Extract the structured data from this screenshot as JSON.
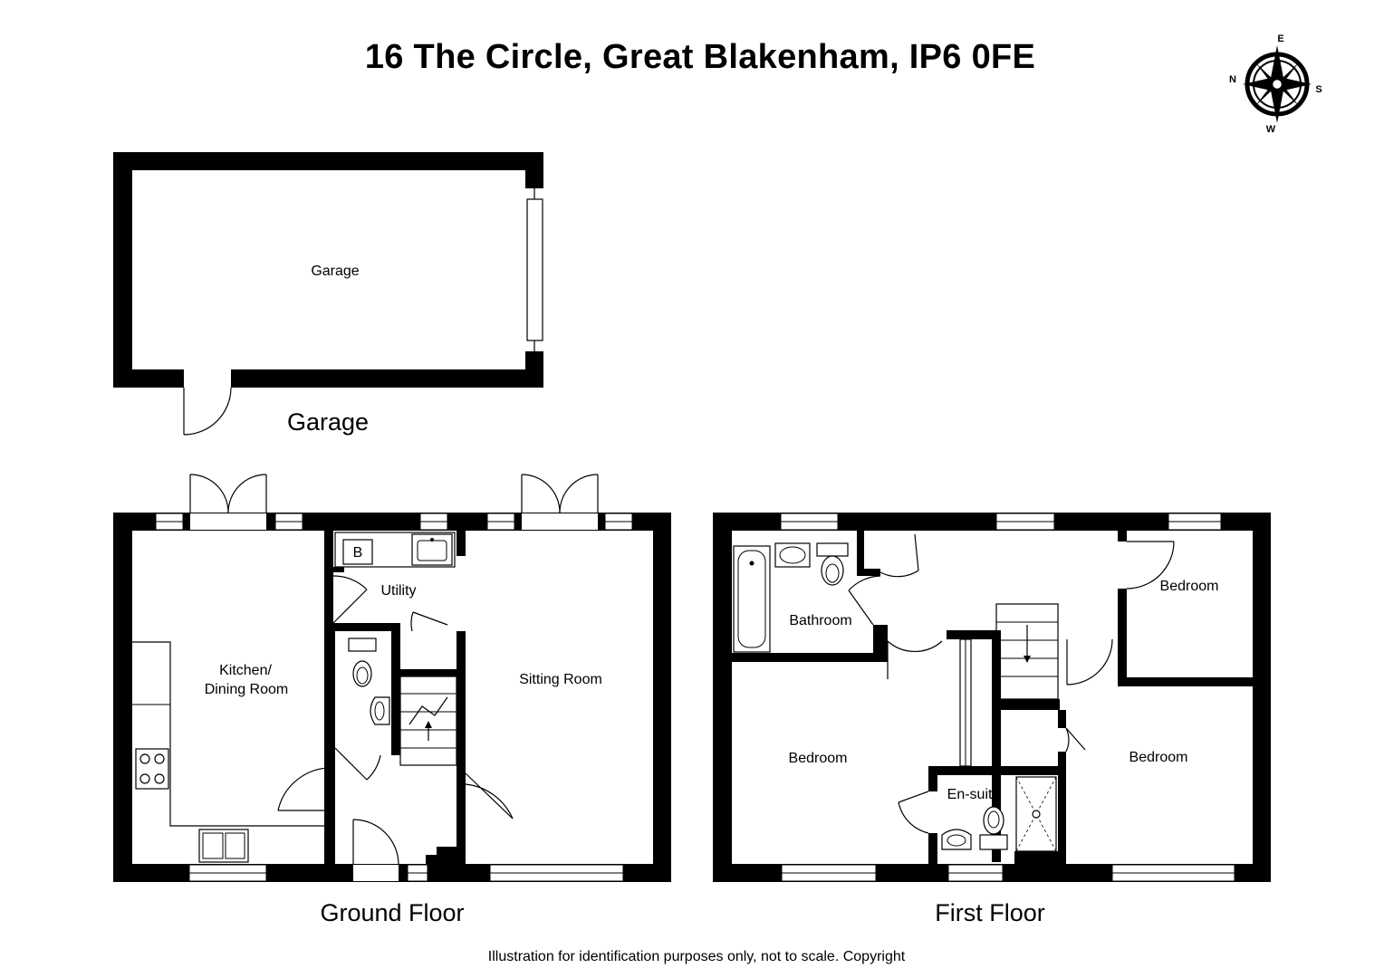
{
  "title": "16 The Circle, Great Blakenham, IP6 0FE",
  "compass": {
    "n": "N",
    "e": "E",
    "s": "S",
    "w": "W"
  },
  "captions": {
    "garage": "Garage",
    "ground_floor": "Ground Floor",
    "first_floor": "First Floor"
  },
  "rooms": {
    "garage": "Garage",
    "kitchen_line1": "Kitchen/",
    "kitchen_line2": "Dining Room",
    "utility": "Utility",
    "boiler": "B",
    "sitting_room": "Sitting Room",
    "bathroom": "Bathroom",
    "bedroom_ne": "Bedroom",
    "bedroom_w": "Bedroom",
    "bedroom_e": "Bedroom",
    "ensuite": "En-suite"
  },
  "disclaimer": "Illustration for identification purposes only, not to scale. Copyright"
}
